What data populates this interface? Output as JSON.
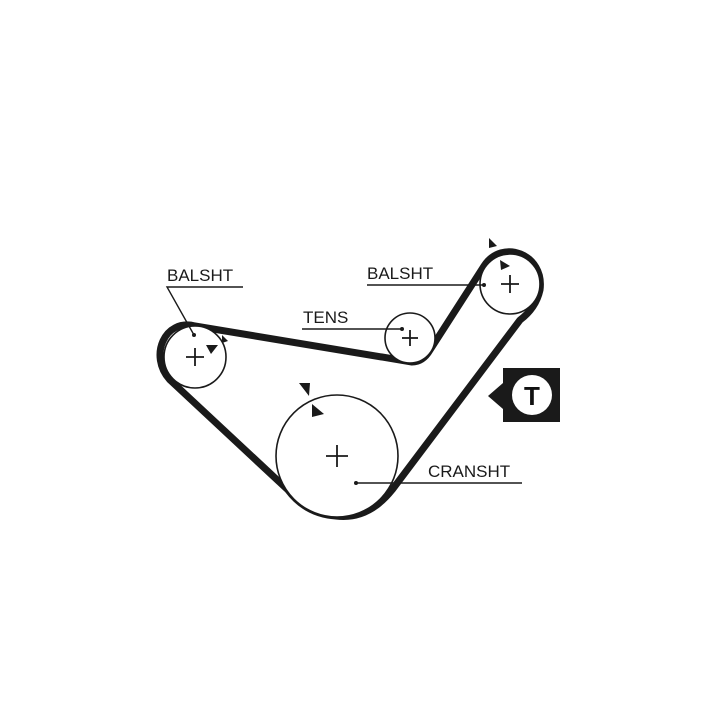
{
  "labels": {
    "balsht_left": "BALSHT",
    "balsht_right": "BALSHT",
    "tens": "TENS",
    "cranksht": "CRANSHT"
  },
  "badge": {
    "letter": "T"
  },
  "colors": {
    "belt": "#1a1a1a",
    "pulley": "#1a1a1a",
    "badge_bg": "#1a1a1a",
    "badge_fg": "#ffffff"
  }
}
